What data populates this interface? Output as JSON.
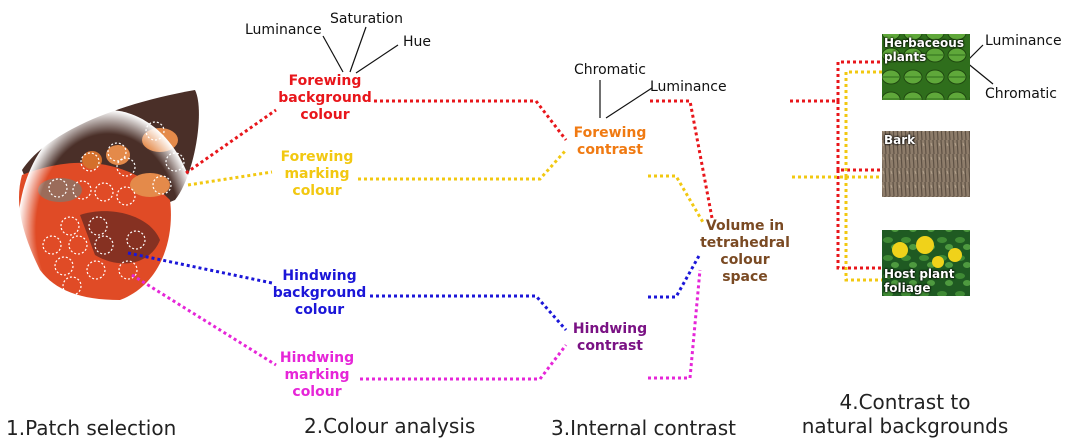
{
  "colors": {
    "red": "#e8161b",
    "yellow": "#f2c811",
    "orange": "#f07a12",
    "blue": "#1b16d8",
    "magenta": "#e626d8",
    "purple": "#7a1284",
    "brown": "#7a4a23"
  },
  "patch_circles": {
    "forewing_background": 3,
    "forewing_marking": 4,
    "hindwing_background": 4,
    "hindwing_marking": 4
  },
  "photometric": {
    "luminance": "Luminance",
    "saturation": "Saturation",
    "hue": "Hue",
    "chromatic": "Chromatic"
  },
  "colour_analysis": {
    "forewing_background": [
      "Forewing",
      "background",
      "colour"
    ],
    "forewing_marking": [
      "Forewing",
      "marking",
      "colour"
    ],
    "hindwing_background": [
      "Hindwing",
      "background",
      "colour"
    ],
    "hindwing_marking": [
      "Hindwing",
      "marking",
      "colour"
    ]
  },
  "internal_contrast": {
    "forewing": [
      "Forewing",
      "contrast"
    ],
    "hindwing": [
      "Hindwing",
      "contrast"
    ],
    "volume": [
      "Volume in",
      "tetrahedral",
      "colour",
      "space"
    ]
  },
  "backgrounds": {
    "herbaceous": [
      "Herbaceous",
      "plants"
    ],
    "bark": "Bark",
    "host_plant": [
      "Host plant",
      "foliage"
    ]
  },
  "steps": {
    "step1": "1.Patch selection",
    "step2": "2.Colour analysis",
    "step3": "3.Internal contrast",
    "step4": [
      "4.Contrast to",
      "natural backgrounds"
    ]
  }
}
